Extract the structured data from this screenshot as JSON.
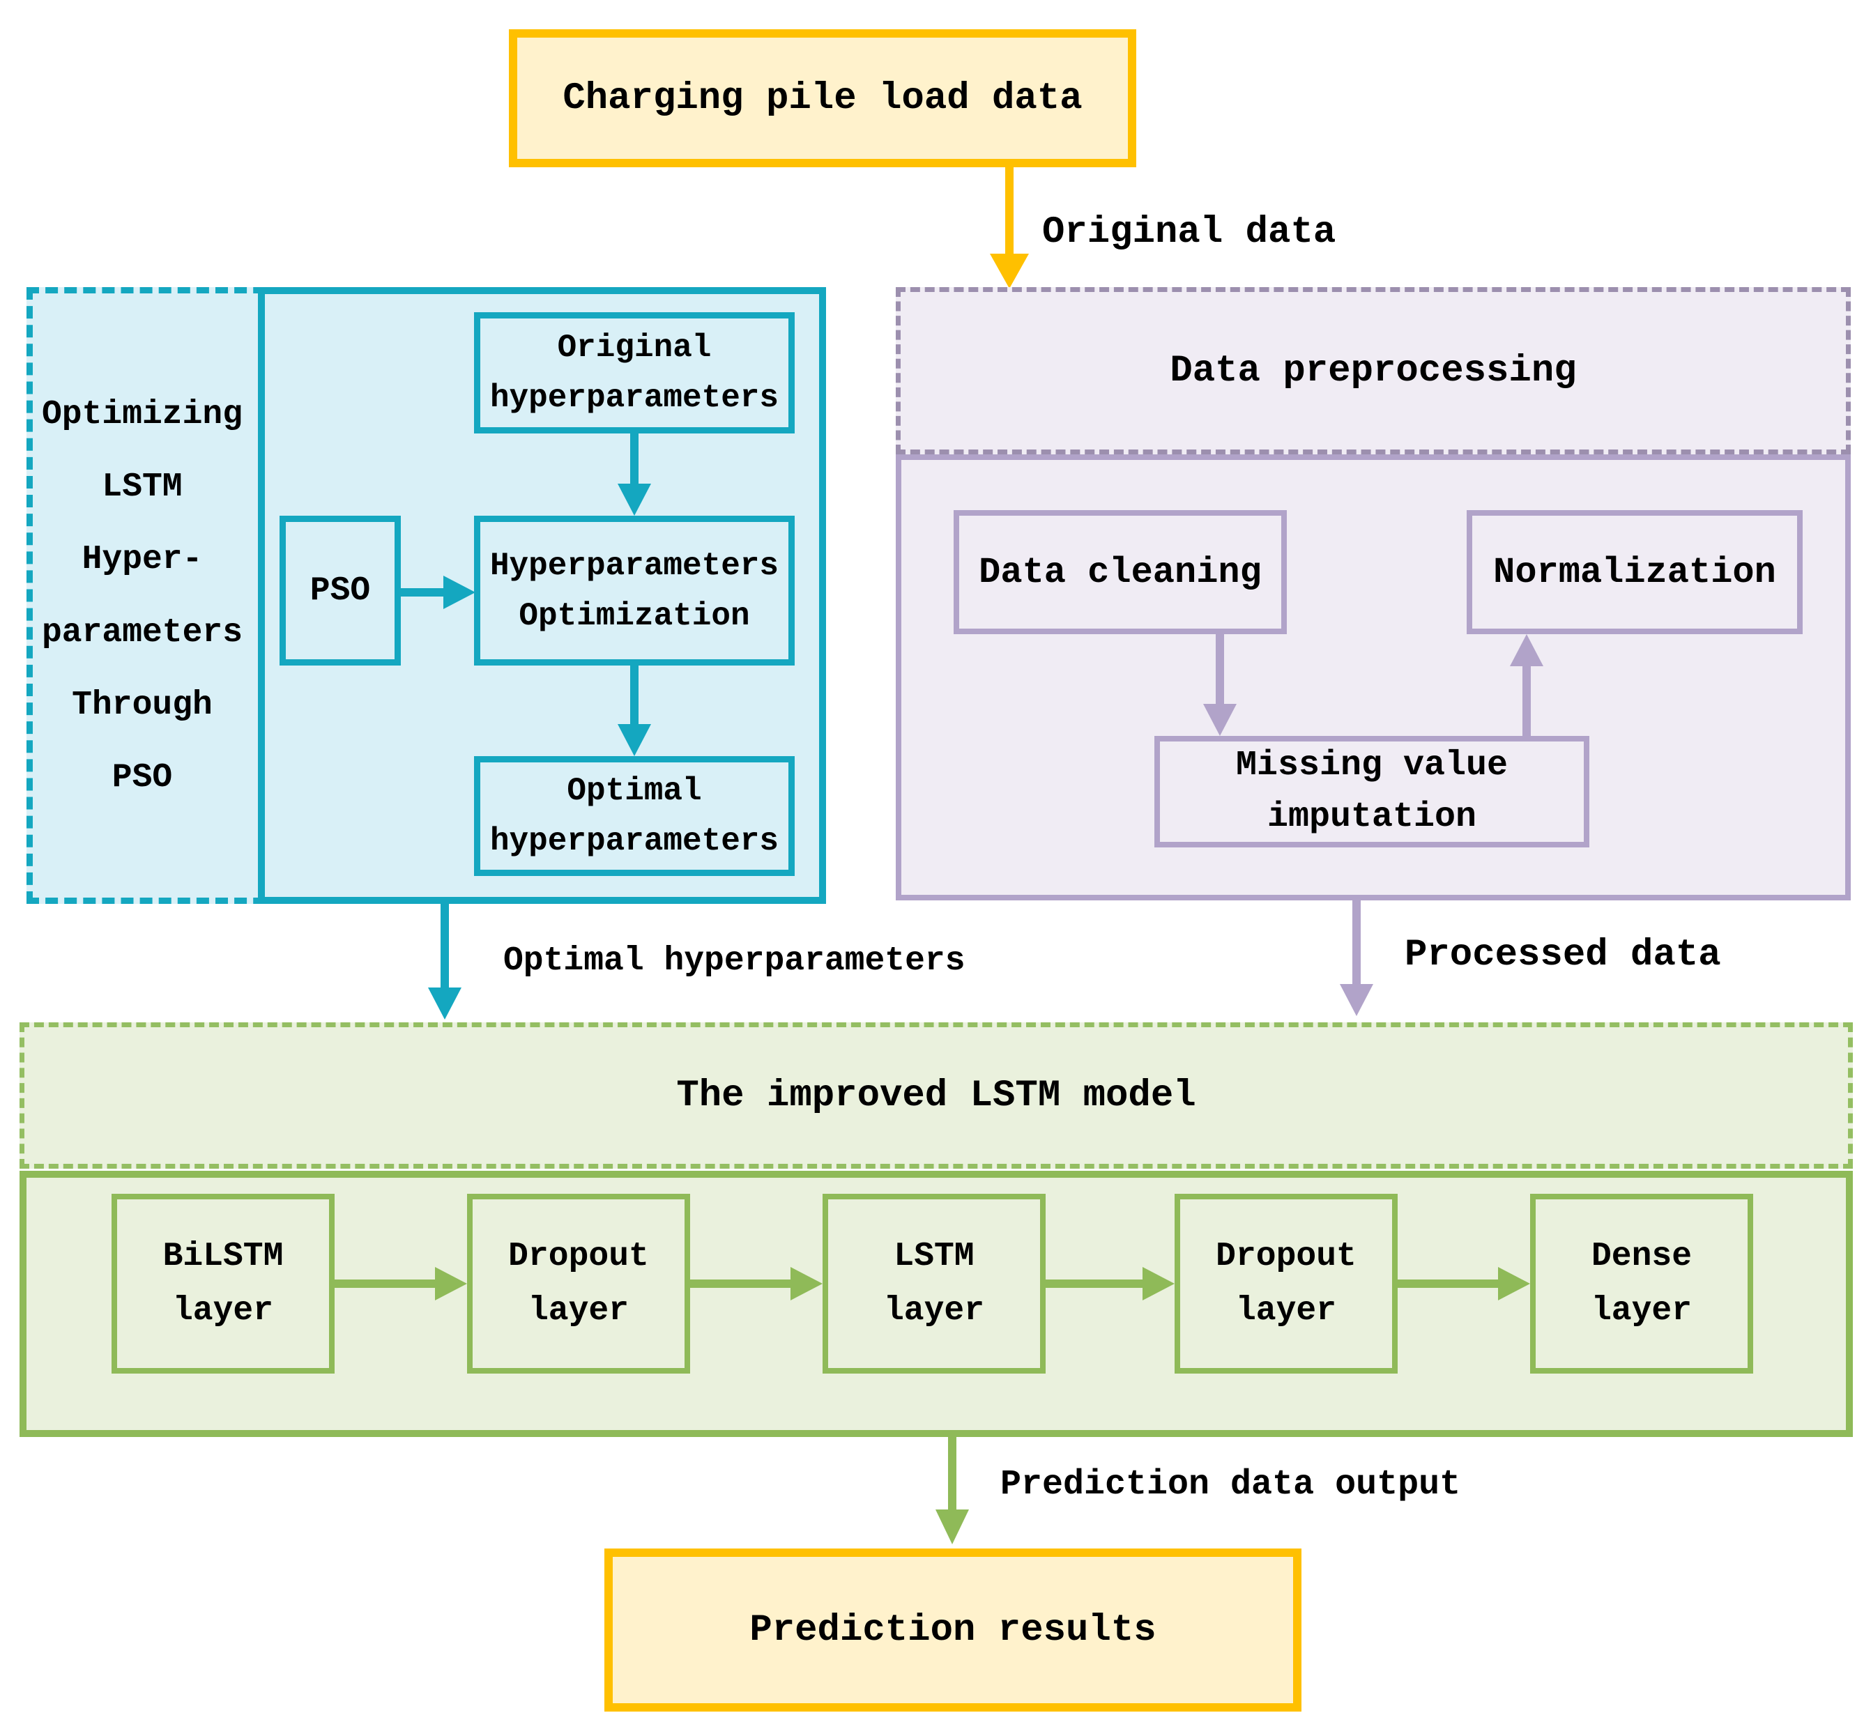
{
  "colors": {
    "yellow-border": "#FFC000",
    "yellow-fill": "#FFF2CC",
    "cyan": "#14A7C0",
    "cyan-fill": "#D9F0F7",
    "purple": "#B1A3C9",
    "purple-dash": "#9C8FAE",
    "purple-fill": "#F0ECF4",
    "green": "#8FBA58",
    "green-dash": "#94BE62",
    "green-fill": "#EAF1DD",
    "text": "#000000"
  },
  "source_box": {
    "label": "Charging pile load data"
  },
  "edge_labels": {
    "original_data": "Original data",
    "optimal_hyperparameters": "Optimal hyperparameters",
    "processed_data": "Processed data",
    "prediction_data_output": "Prediction data output"
  },
  "pso_section": {
    "side_label_lines": [
      "Optimizing",
      "LSTM",
      "Hyper-",
      "parameters",
      "Through",
      "PSO"
    ],
    "original_hyperparameters": {
      "line1": "Original",
      "line2": "hyperparameters"
    },
    "pso": "PSO",
    "hyperparameters_optimization": {
      "line1": "Hyperparameters",
      "line2": "Optimization"
    },
    "optimal_hyperparameters": {
      "line1": "Optimal",
      "line2": "hyperparameters"
    }
  },
  "preprocessing_section": {
    "title": "Data preprocessing",
    "data_cleaning": "Data cleaning",
    "normalization": "Normalization",
    "missing_value_imputation": {
      "line1": "Missing value",
      "line2": "imputation"
    }
  },
  "lstm_section": {
    "title": "The improved LSTM model",
    "layers": [
      {
        "line1": "BiLSTM",
        "line2": "layer"
      },
      {
        "line1": "Dropout",
        "line2": "layer"
      },
      {
        "line1": "LSTM",
        "line2": "layer"
      },
      {
        "line1": "Dropout",
        "line2": "layer"
      },
      {
        "line1": "Dense",
        "line2": "layer"
      }
    ]
  },
  "result_box": {
    "label": "Prediction results"
  }
}
